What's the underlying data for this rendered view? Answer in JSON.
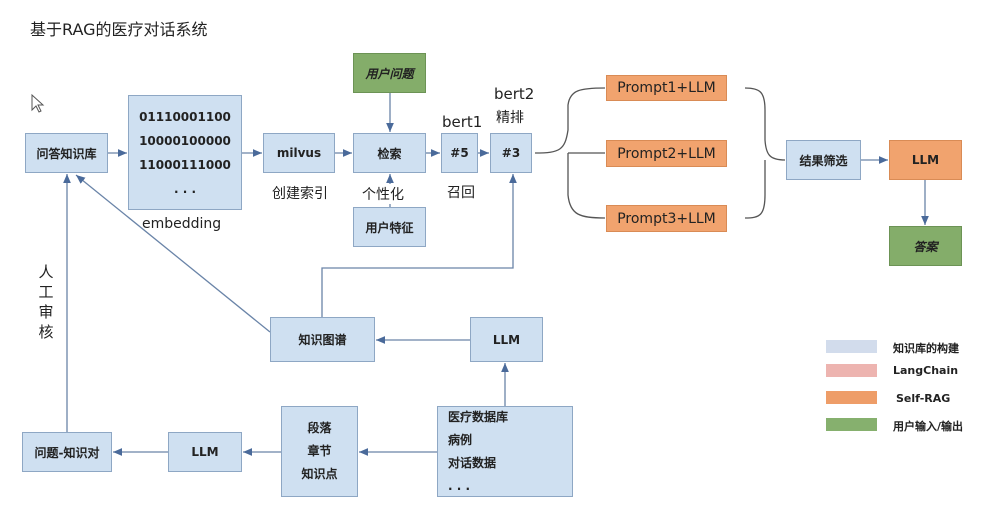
{
  "title": "基于RAG的医疗对话系统",
  "nodes": {
    "qa_kb": "问答知识库",
    "embedding_lines": [
      "01110001100",
      "10000100000",
      "11000111000",
      ". . ."
    ],
    "embedding_label": "embedding",
    "milvus": "milvus",
    "milvus_label": "创建索引",
    "retrieve": "检索",
    "user_question": "用户问题",
    "personalize_label": "个性化",
    "user_features": "用户特征",
    "recall_box": "#5",
    "bert1_label": "bert1",
    "recall_label": "召回",
    "rerank_box": "#3",
    "bert2_label": "bert2",
    "rerank_label": "精排",
    "prompts": [
      "Prompt1+LLM",
      "Prompt2+LLM",
      "Prompt3+LLM"
    ],
    "filter": "结果筛选",
    "llm_final": "LLM",
    "answer": "答案",
    "knowledge_graph": "知识图谱",
    "llm_kg": "LLM",
    "medical_data": [
      "医疗数据库",
      "病例",
      "对话数据",
      ". . ."
    ],
    "sections": [
      "段落",
      "章节",
      "知识点"
    ],
    "llm_qa": "LLM",
    "qa_pairs": "问题-知识对",
    "human_review": "人工审核"
  },
  "legend": [
    {
      "label": "知识库的构建",
      "color": "#d2dcec"
    },
    {
      "label": "LangChain",
      "color": "#edb4b0"
    },
    {
      "label": "Self-RAG",
      "color": "#ee9d68"
    },
    {
      "label": "用户输入/输出",
      "color": "#86b06e"
    }
  ]
}
